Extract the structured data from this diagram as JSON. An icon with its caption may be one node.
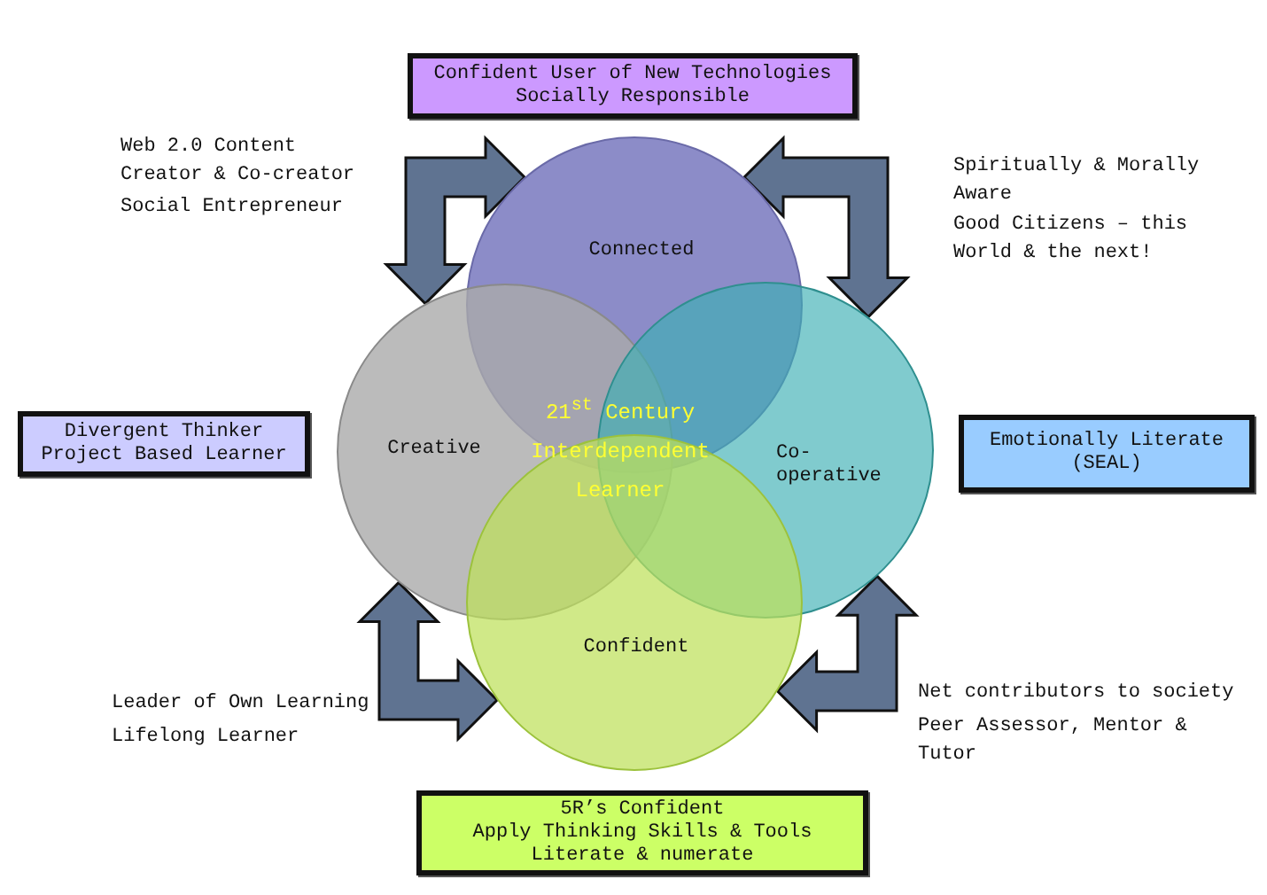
{
  "diagram": {
    "nodes": [
      {
        "text": [
          "Connected"
        ]
      },
      {
        "text": [
          "Creative"
        ]
      },
      {
        "text": [
          "Co-operative"
        ]
      },
      {
        "text": [
          "Confident"
        ]
      },
      {
        "text": [
          "21$^{st}$ Century Interdependent Learner"
        ]
      },
      {
        "text": [
          "Confident User of New Technologies",
          "Socially Responsible"
        ]
      },
      {
        "text": [
          "Divergent Thinker",
          "Project Based Learner"
        ]
      },
      {
        "text": [
          "Emotionally Literate (SEAL)"
        ]
      },
      {
        "text": [
          "5R’s Confident",
          "Apply Thinking Skills & Tools",
          "Literate & numerate"
        ]
      }
    ],
    "edges": [
      {
        "from": 0,
        "to": 1,
        "arrow": "both"
      },
      {
        "from": 0,
        "to": 2,
        "arrow": "both"
      },
      {
        "from": 1,
        "to": 3,
        "arrow": "both"
      },
      {
        "from": 2,
        "to": 3,
        "arrow": "both"
      }
    ],
    "labels": [
      "Web 2.0 Content Creator & Co-creator",
      "Social Entrepreneur",
      "Spiritually & Morally Aware",
      "Good Citizens – this World & the next!",
      "Leader of Own Learning",
      "Lifelong Learner",
      "Net contributors to society",
      "Peer Assessor, Mentor & Tutor"
    ]
  }
}
